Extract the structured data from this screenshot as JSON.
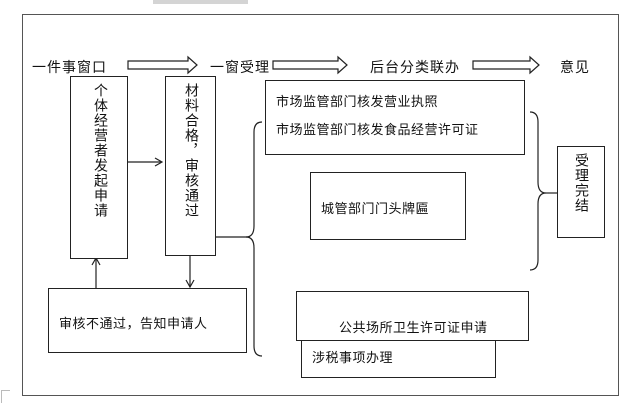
{
  "stages": {
    "s1": "一件事窗口",
    "s2": "一窗受理",
    "s3": "后台分类联办",
    "s4": "意见"
  },
  "boxes": {
    "apply": "个体经营者发起申请",
    "review_pass": "材料合格，审核通过",
    "review_fail": "审核不通过，告知申请人",
    "market_license": "市场监管部门核发营业执照",
    "food_license": "市场监管部门核发食品经营许可证",
    "urban_sign": "城管部门门头牌匾",
    "public_health": "公共场所卫生许可证申请",
    "tax": "涉税事项办理",
    "done": "受理完结"
  },
  "colors": {
    "line": "#222222",
    "frame": "#555555"
  }
}
